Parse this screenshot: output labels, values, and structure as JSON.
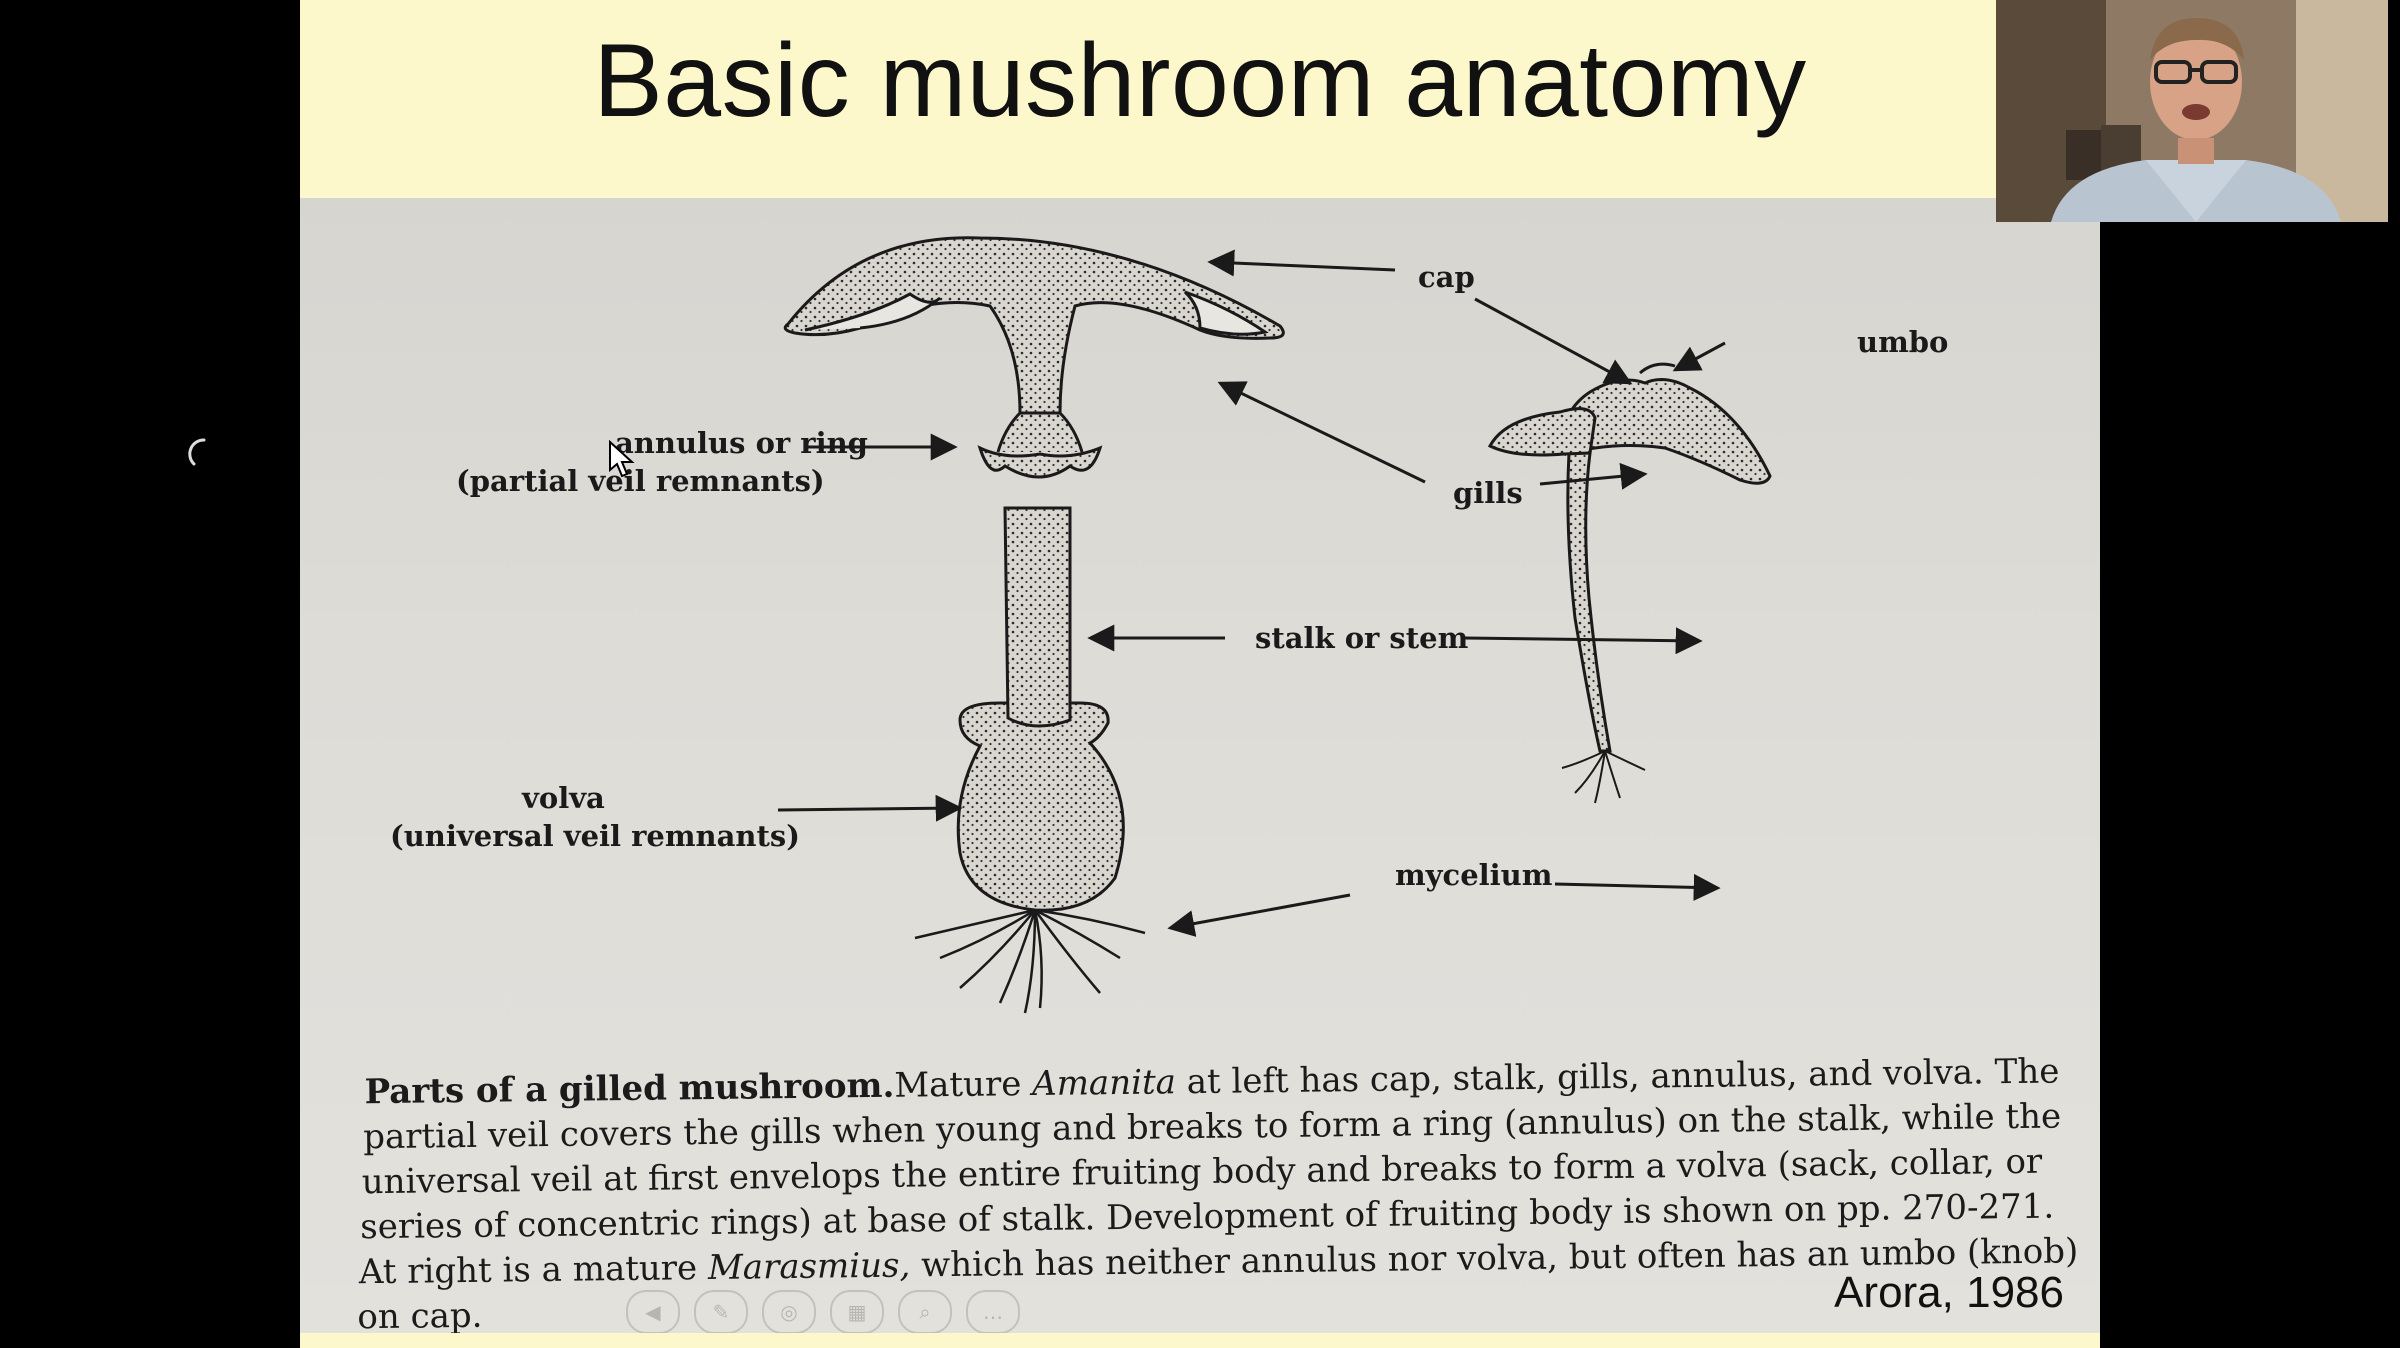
{
  "slide": {
    "title": "Basic mushroom anatomy",
    "credit": "Arora, 1986"
  },
  "figure": {
    "labels": {
      "cap": "cap",
      "umbo": "umbo",
      "annulus_1": "annulus or ring",
      "annulus_2": "(partial veil remnants)",
      "gills": "gills",
      "stalk": "stalk or stem",
      "volva_1": "volva",
      "volva_2": "(universal veil remnants)",
      "mycelium": "mycelium"
    },
    "caption": {
      "lead": "Parts of a gilled mushroom.",
      "line1_a": "Mature ",
      "line1_genus": "Amanita",
      "line1_b": " at left has cap, stalk, gills, annulus, and volva. The",
      "line2": "partial veil covers the gills when young and breaks to form a ring (annulus) on the stalk, while the",
      "line3": "universal veil at first envelops the entire fruiting body and breaks to form a volva (sack, collar, or",
      "line4": "series of concentric rings) at base of stalk. Development of fruiting body is shown on pp. 270-271.",
      "line5_a": "At right is a mature ",
      "line5_genus": "Marasmius,",
      "line5_b": " which has neither annulus nor volva, but often has an umbo (knob)",
      "line6": "on cap."
    }
  },
  "presentation_controls": {
    "prev": "◀",
    "pen": "✎",
    "pointer": "◎",
    "slides": "▦",
    "zoom": "⌕",
    "more": "…"
  },
  "icons": [
    "mouse-cursor-icon",
    "loading-spinner-icon"
  ],
  "colors": {
    "slide_bg": "#fdf8cc",
    "page_bg": "#000000",
    "photo_bg": "#dcdad5"
  }
}
